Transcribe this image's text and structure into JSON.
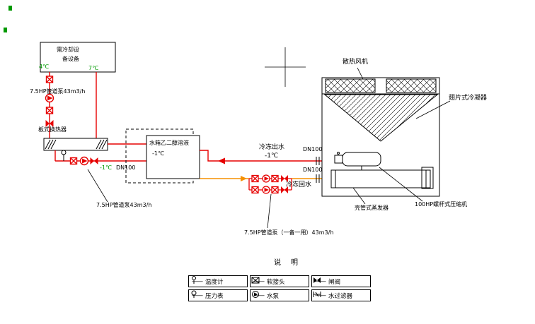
{
  "colors": {
    "pipe_red": "#e60000",
    "pipe_orange": "#f59000",
    "green_text": "#009900",
    "line": "#000000"
  },
  "diagram": {
    "cooling_box": {
      "line1": "需冷却设",
      "line2": "备设备"
    },
    "temps": {
      "supply": "4℃",
      "return": "7℃"
    },
    "pump_top": "7.5HP管道泵43m3/h",
    "heat_exchanger": "板式换热器",
    "tank": {
      "line1": "水箱乙二醇溶液",
      "line2": "-1℃"
    },
    "glycol_temp": "-1℃",
    "dn100_left": "DN100",
    "pump_left": "7.5HP管道泵43m3/h",
    "chilled_out": {
      "line1": "冷冻出水",
      "line2": "-1℃"
    },
    "dn100_supply": "DN100",
    "dn100_return": "DN100",
    "chilled_return": "冷冻回水",
    "pump_parallel": "7.5HP管道泵（一备一用）43m3/h",
    "fan": "散热风机",
    "condenser": "翅片式冷凝器",
    "compressor": "100HP螺杆式压缩机",
    "evaporator": "壳管式蒸发器"
  },
  "legend": {
    "title": "说　明",
    "items": [
      {
        "icon": "thermometer-icon",
        "dash": "——",
        "label": "温度计"
      },
      {
        "icon": "flexible-joint-icon",
        "dash": "——",
        "label": "软接头"
      },
      {
        "icon": "gate-valve-icon",
        "dash": "——",
        "label": "闸阀"
      },
      {
        "icon": "pressure-gauge-icon",
        "dash": "——",
        "label": "压力表"
      },
      {
        "icon": "pump-icon",
        "dash": "——",
        "label": "水泵"
      },
      {
        "icon": "strainer-icon",
        "dash": "——",
        "label": "水过滤器"
      }
    ]
  }
}
